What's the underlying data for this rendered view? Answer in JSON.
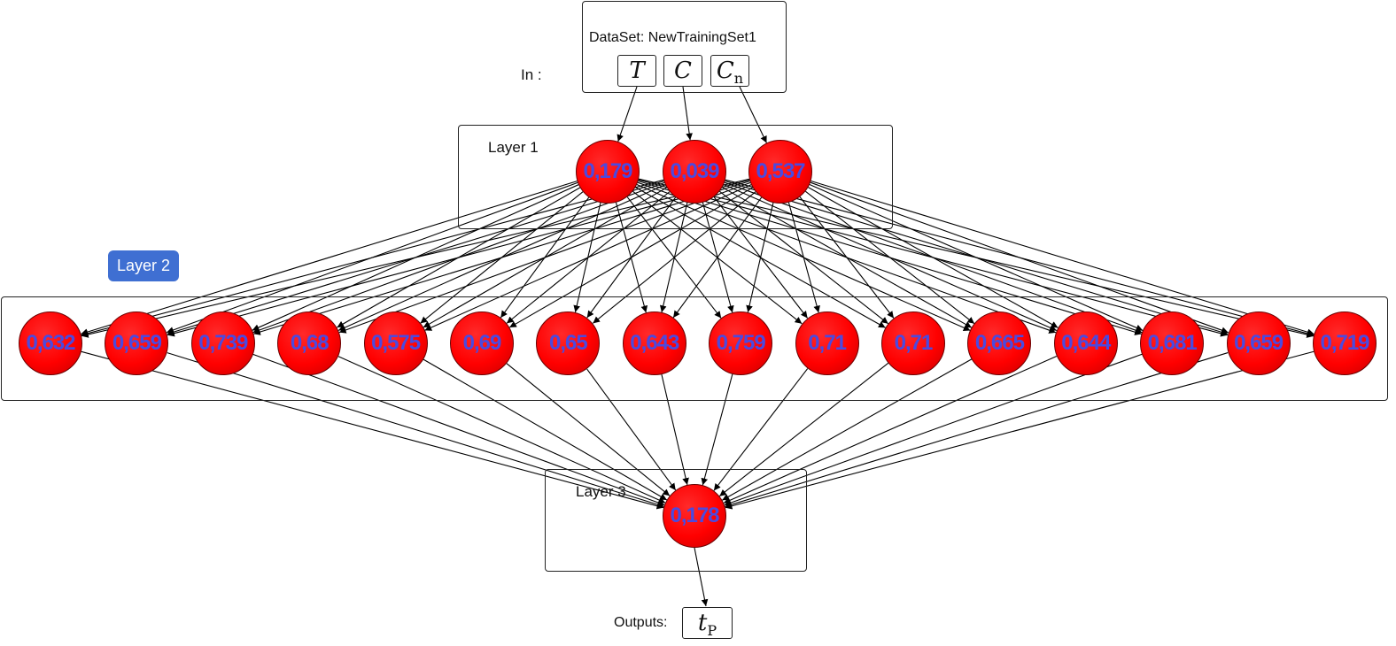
{
  "input": {
    "prefix_label": "In :",
    "dataset_label": "DataSet: NewTrainingSet1",
    "variables": [
      {
        "symbol": "T",
        "subscript": ""
      },
      {
        "symbol": "C",
        "subscript": ""
      },
      {
        "symbol": "C",
        "subscript": "n"
      }
    ]
  },
  "layers": [
    {
      "label": "Layer 1",
      "nodes": [
        "0,179",
        "0,039",
        "0,537"
      ]
    },
    {
      "label": "Layer 2",
      "nodes": [
        "0,632",
        "0,659",
        "0,739",
        "0,68",
        "0,575",
        "0,69",
        "0,65",
        "0,643",
        "0,759",
        "0,71",
        "0,71",
        "0,665",
        "0,644",
        "0,681",
        "0,659",
        "0,719"
      ]
    },
    {
      "label": "Layer 3",
      "nodes": [
        "0,178"
      ]
    }
  ],
  "output": {
    "label": "Outputs:",
    "variable": {
      "symbol": "t",
      "subscript": "P"
    }
  },
  "colors": {
    "node_fill": "#ff0000",
    "node_text": "#4a4ae0",
    "badge": "#3f6fd2"
  }
}
